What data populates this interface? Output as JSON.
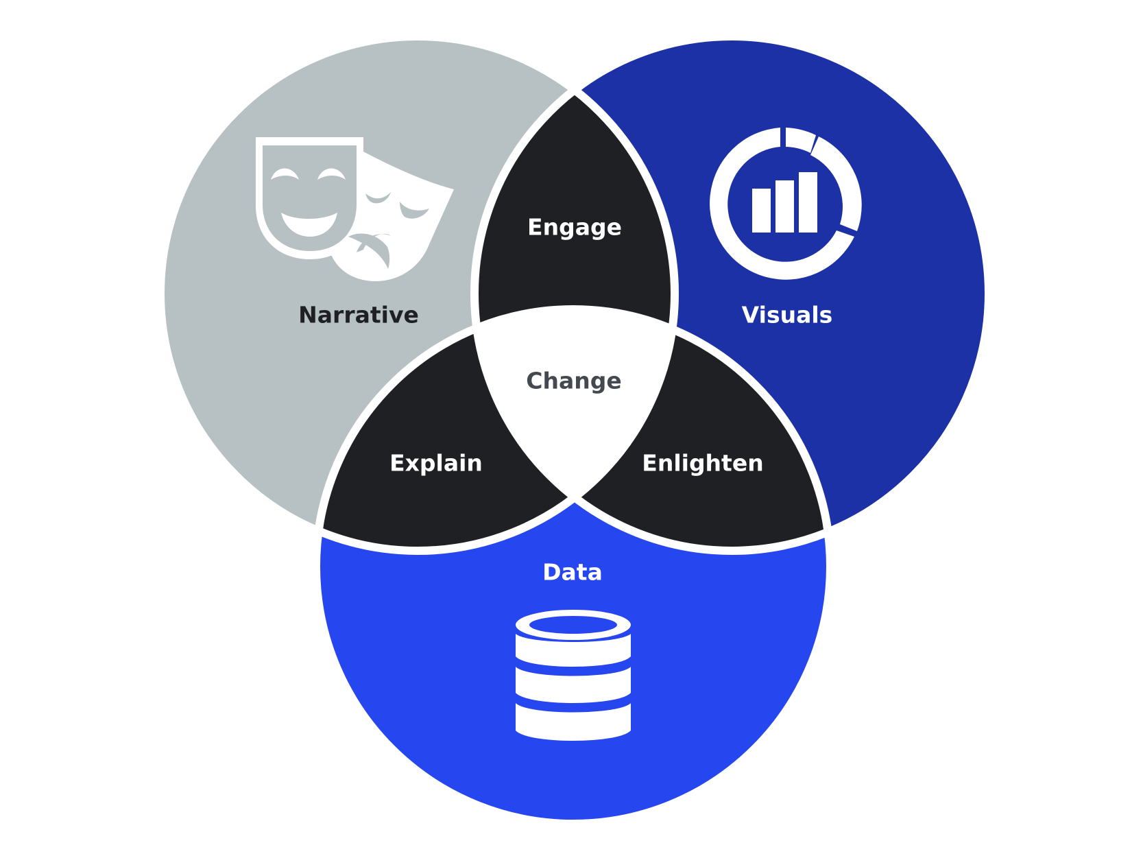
{
  "colors": {
    "background": "#ffffff",
    "narrative": "#b7c0c2",
    "visuals": "#1c31a6",
    "data": "#2646f0",
    "overlap": "#1f2023",
    "center": "#ffffff",
    "dark_text": "#1f2023",
    "light_text": "#ffffff",
    "center_text": "#444950"
  },
  "circles": {
    "narrative": {
      "label": "Narrative",
      "icon": "theater-masks-icon"
    },
    "visuals": {
      "label": "Visuals",
      "icon": "bar-chart-donut-icon"
    },
    "data": {
      "label": "Data",
      "icon": "database-icon"
    }
  },
  "overlaps": {
    "narrative_visuals": "Engage",
    "narrative_data": "Explain",
    "visuals_data": "Enlighten",
    "center": "Change"
  }
}
